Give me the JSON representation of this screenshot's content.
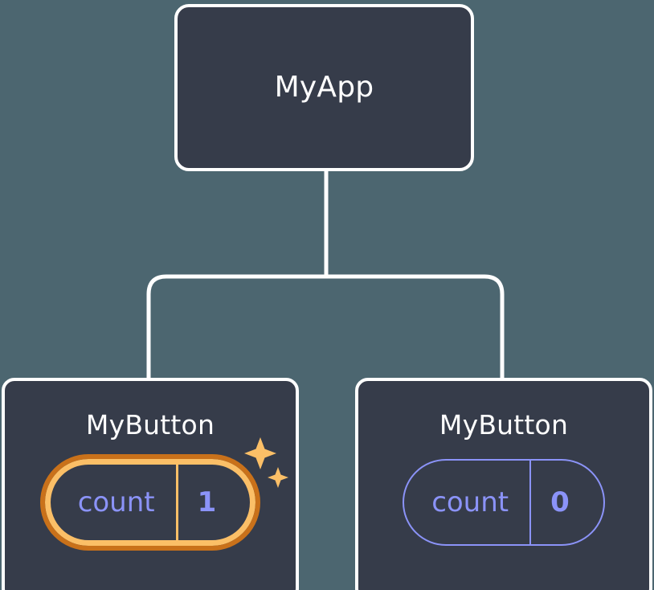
{
  "diagram": {
    "type": "component-tree",
    "background_color": "#4c6670",
    "node_fill_color": "#363c4a",
    "node_border_color": "#ffffff",
    "connector_color": "#ffffff",
    "accent_highlight_color": "#fbbf67",
    "accent_highlight_outer_color": "#c9711a",
    "state_text_color": "#8b93f8",
    "root": {
      "title": "MyApp"
    },
    "children": [
      {
        "title": "MyButton",
        "highlighted": true,
        "state": {
          "key": "count",
          "value": "1"
        },
        "sparkle_icons": [
          "sparkle-large-icon",
          "sparkle-small-icon"
        ]
      },
      {
        "title": "MyButton",
        "highlighted": false,
        "state": {
          "key": "count",
          "value": "0"
        }
      }
    ]
  }
}
